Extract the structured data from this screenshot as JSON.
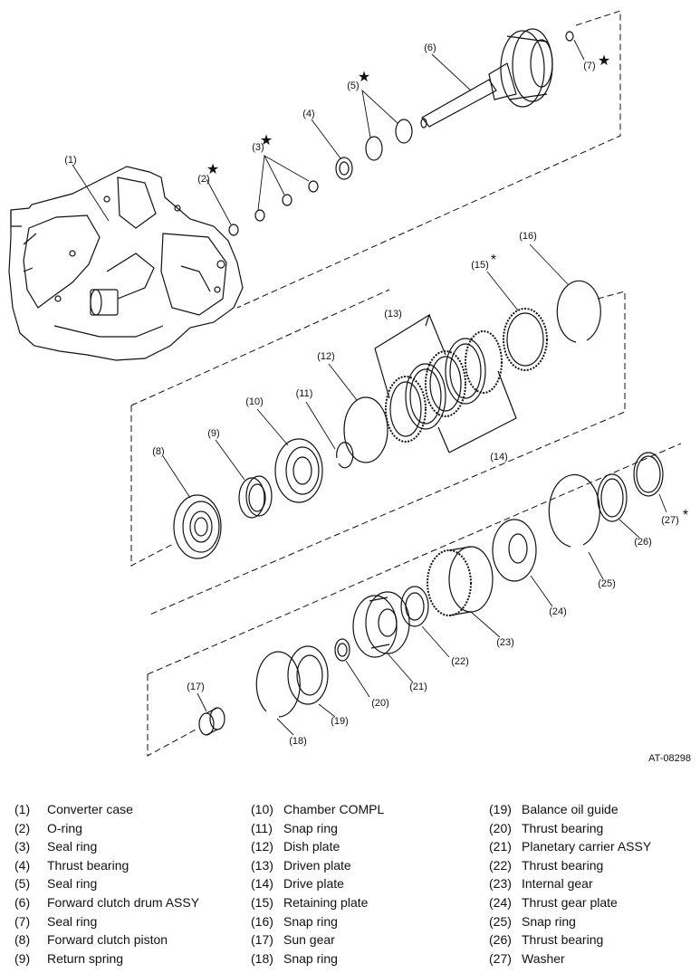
{
  "figure_code": "AT-08298",
  "callouts": [
    "(1)",
    "(2)",
    "(3)",
    "(4)",
    "(5)",
    "(6)",
    "(7)",
    "(8)",
    "(9)",
    "(10)",
    "(11)",
    "(12)",
    "(13)",
    "(14)",
    "(15)",
    "(16)",
    "(17)",
    "(18)",
    "(19)",
    "(20)",
    "(21)",
    "(22)",
    "(23)",
    "(24)",
    "(25)",
    "(26)",
    "(27)"
  ],
  "markers": {
    "star": "★",
    "asterisk": "*"
  },
  "legend": {
    "col1": [
      {
        "num": "(1)",
        "name": "Converter case"
      },
      {
        "num": "(2)",
        "name": "O-ring"
      },
      {
        "num": "(3)",
        "name": "Seal ring"
      },
      {
        "num": "(4)",
        "name": "Thrust bearing"
      },
      {
        "num": "(5)",
        "name": "Seal ring"
      },
      {
        "num": "(6)",
        "name": "Forward clutch drum ASSY"
      },
      {
        "num": "(7)",
        "name": "Seal ring"
      },
      {
        "num": "(8)",
        "name": "Forward clutch piston"
      },
      {
        "num": "(9)",
        "name": "Return spring"
      }
    ],
    "col2": [
      {
        "num": "(10)",
        "name": "Chamber COMPL"
      },
      {
        "num": "(11)",
        "name": "Snap ring"
      },
      {
        "num": "(12)",
        "name": "Dish plate"
      },
      {
        "num": "(13)",
        "name": "Driven plate"
      },
      {
        "num": "(14)",
        "name": "Drive plate"
      },
      {
        "num": "(15)",
        "name": "Retaining plate"
      },
      {
        "num": "(16)",
        "name": "Snap ring"
      },
      {
        "num": "(17)",
        "name": "Sun gear"
      },
      {
        "num": "(18)",
        "name": "Snap ring"
      }
    ],
    "col3": [
      {
        "num": "(19)",
        "name": "Balance oil guide"
      },
      {
        "num": "(20)",
        "name": "Thrust bearing"
      },
      {
        "num": "(21)",
        "name": "Planetary carrier ASSY"
      },
      {
        "num": "(22)",
        "name": "Thrust bearing"
      },
      {
        "num": "(23)",
        "name": "Internal gear"
      },
      {
        "num": "(24)",
        "name": "Thrust gear plate"
      },
      {
        "num": "(25)",
        "name": "Snap ring"
      },
      {
        "num": "(26)",
        "name": "Thrust bearing"
      },
      {
        "num": "(27)",
        "name": "Washer"
      }
    ]
  }
}
